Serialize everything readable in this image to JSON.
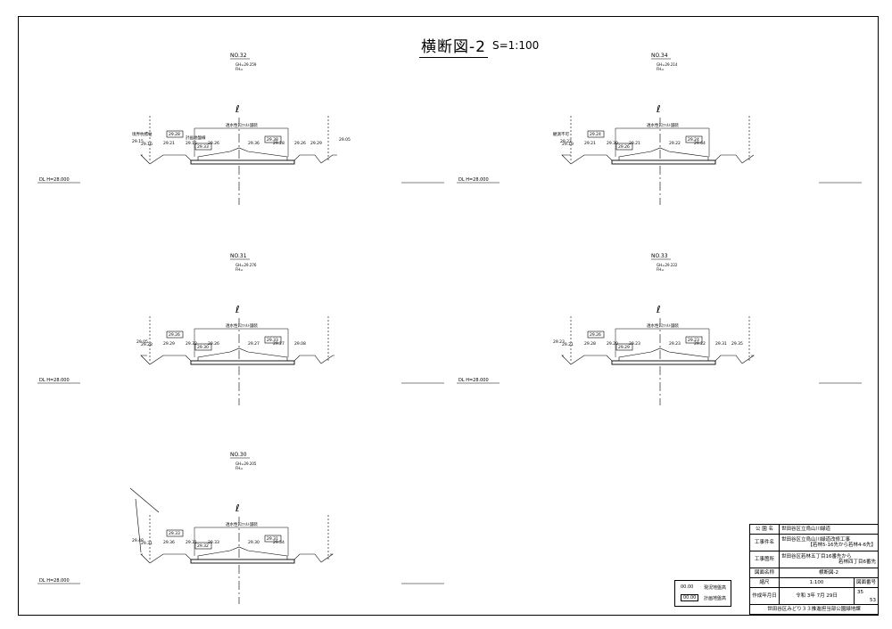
{
  "header": {
    "title": "横断図-2",
    "scale": "S=1:100"
  },
  "cl_symbol": "ℓ",
  "pavement_label": "透水性ｱｽﾌｧﾙﾄ舗装",
  "dl_label": "DL H=28.000",
  "sections": [
    {
      "no": "NO.32",
      "gh": "GH=29.259",
      "fh": "FH=",
      "labels": [
        "29.15",
        "29.16",
        "29.21",
        "29.15",
        "29.26",
        "29.36",
        "29.28",
        "29.26",
        "29.29",
        "29.05"
      ],
      "boxed": [
        "29.28",
        "29.33",
        "29.38"
      ],
      "notes": [
        "境界杭標柱",
        "計画地盤線"
      ]
    },
    {
      "no": "NO.34",
      "gh": "GH=29.214",
      "fh": "FH=",
      "labels": [
        "29.27",
        "29.19",
        "29.21",
        "29.30",
        "29.21",
        "29.22",
        "29.64"
      ],
      "boxed": [
        "29.24",
        "29.26",
        "29.24"
      ],
      "notes": [
        "観測不可"
      ]
    },
    {
      "no": "NO.31",
      "gh": "GH=29.276",
      "fh": "FH=",
      "labels": [
        "29.05",
        "29.28",
        "29.29",
        "29.32",
        "29.26",
        "29.27",
        "29.27",
        "29.08"
      ],
      "boxed": [
        "29.26",
        "29.30",
        "29.33"
      ],
      "notes": []
    },
    {
      "no": "NO.33",
      "gh": "GH=29.222",
      "fh": "FH=",
      "labels": [
        "29.23",
        "29.21",
        "29.28",
        "29.20",
        "29.23",
        "29.23",
        "29.22",
        "29.31",
        "29.35"
      ],
      "boxed": [
        "29.26",
        "29.29",
        "29.23"
      ],
      "notes": []
    },
    {
      "no": "NO.30",
      "gh": "GH=29.205",
      "fh": "FH=",
      "labels": [
        "29.48",
        "29.31",
        "29.36",
        "29.31",
        "29.33",
        "29.30",
        "29.54"
      ],
      "boxed": [
        "29.33",
        "29.32",
        "29.31"
      ],
      "notes": []
    }
  ],
  "legend": {
    "existing_val": "00.00",
    "existing_label": "現況地盤高",
    "plan_val": "00.00",
    "plan_label": "計画地盤高"
  },
  "title_block": {
    "park_name_key": "公 園 名",
    "park_name": "世田谷区立烏山川緑道",
    "work_name_key": "工事件名",
    "work_name_1": "世田谷区立烏山川緑道改修工事",
    "work_name_2": "【若林5-16先から若林4-6先】",
    "location_key": "工事箇所",
    "location_1": "世田谷区若林五丁目16番先から",
    "location_2": "若林四丁目6番先",
    "drawing_name_key": "図面名称",
    "drawing_name": "横断図-2",
    "scale_key": "縮尺",
    "scale": "1:100",
    "sheet_no_key": "図面番号",
    "date_key": "作成年月日",
    "date": "令和 3年 7月 29日",
    "sheet_no": "35",
    "sheet_total": "53",
    "dept": "世田谷区みどり３３推進担当部公園緑地課"
  }
}
